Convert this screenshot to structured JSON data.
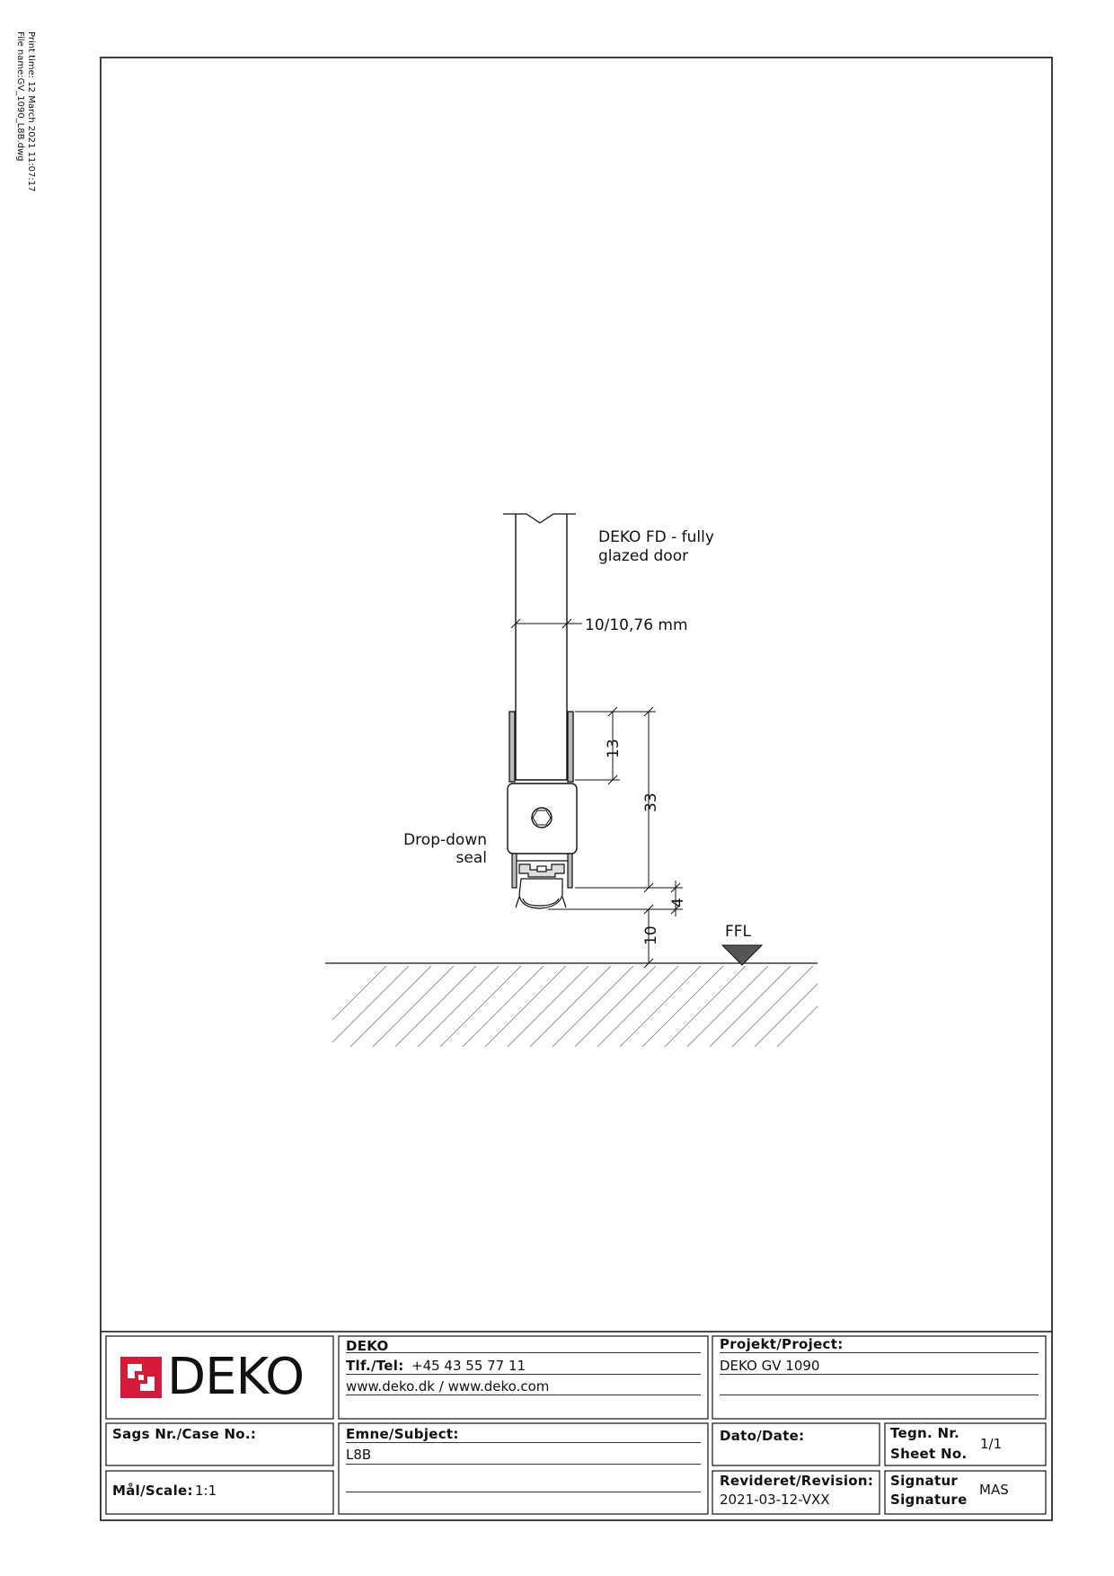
{
  "margin_notes": {
    "print_time": "Print time: 12 March 2021 11:07:17",
    "file_name": "File name:GV_1090_L8B.dwg"
  },
  "drawing": {
    "door_label_line1": "DEKO FD - fully",
    "door_label_line2": "glazed door",
    "door_thickness": "10/10,76 mm",
    "seal_label_line1": "Drop-down",
    "seal_label_line2": "seal",
    "dim_13": "13",
    "dim_33": "33",
    "dim_4": "4",
    "dim_10": "10",
    "floor_level": "FFL"
  },
  "title_block": {
    "company": "DEKO",
    "logo_text": "DEKO",
    "tel_label": "Tlf./Tel:",
    "tel_value": "+45 43 55 77 11",
    "web": "www.deko.dk / www.deko.com",
    "project_label": "Projekt/Project:",
    "project_value": "DEKO GV 1090",
    "case_label": "Sags Nr./Case No.:",
    "case_value": "",
    "subject_label": "Emne/Subject:",
    "subject_value": "L8B",
    "date_label": "Dato/Date:",
    "date_value": "",
    "sheet_label_1": "Tegn. Nr.",
    "sheet_label_2": "Sheet No.",
    "sheet_value": "1/1",
    "scale_label": "Mål/Scale:",
    "scale_value": "1:1",
    "revision_label": "Revideret/Revision:",
    "revision_value": "2021-03-12-VXX",
    "signature_label_1": "Signatur",
    "signature_label_2": "Signature",
    "signature_value": "MAS"
  },
  "colors": {
    "logo_red": "#d71a3a",
    "line": "#111111"
  }
}
